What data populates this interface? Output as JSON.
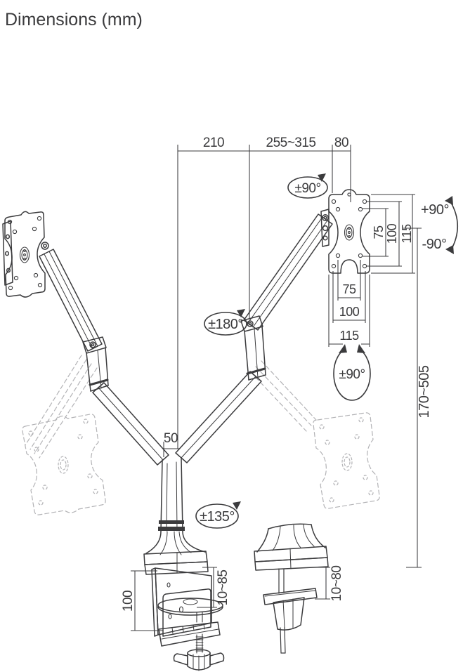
{
  "title": "Dimensions (mm)",
  "colors": {
    "line": "#3b3b3d",
    "ghost": "#b3b3b6",
    "background": "#ffffff"
  },
  "dimensions": {
    "top_left": "210",
    "top_middle": "255~315",
    "top_right": "80",
    "vesa_vertical": {
      "inner": "75",
      "outer": "100",
      "overall": "115"
    },
    "vesa_horizontal": {
      "inner": "75",
      "outer": "100",
      "overall": "115"
    },
    "height_range": "170~505",
    "pole_width": "50",
    "clamp_height": "100",
    "clamp_range": "10~85",
    "grommet_range": "10~80"
  },
  "angles": {
    "head_swivel": "±90°",
    "tilt_up": "+90°",
    "tilt_down": "-90°",
    "arm_swivel": "±180°",
    "screen_rotate": "±90°",
    "base_swivel": "±135°"
  }
}
